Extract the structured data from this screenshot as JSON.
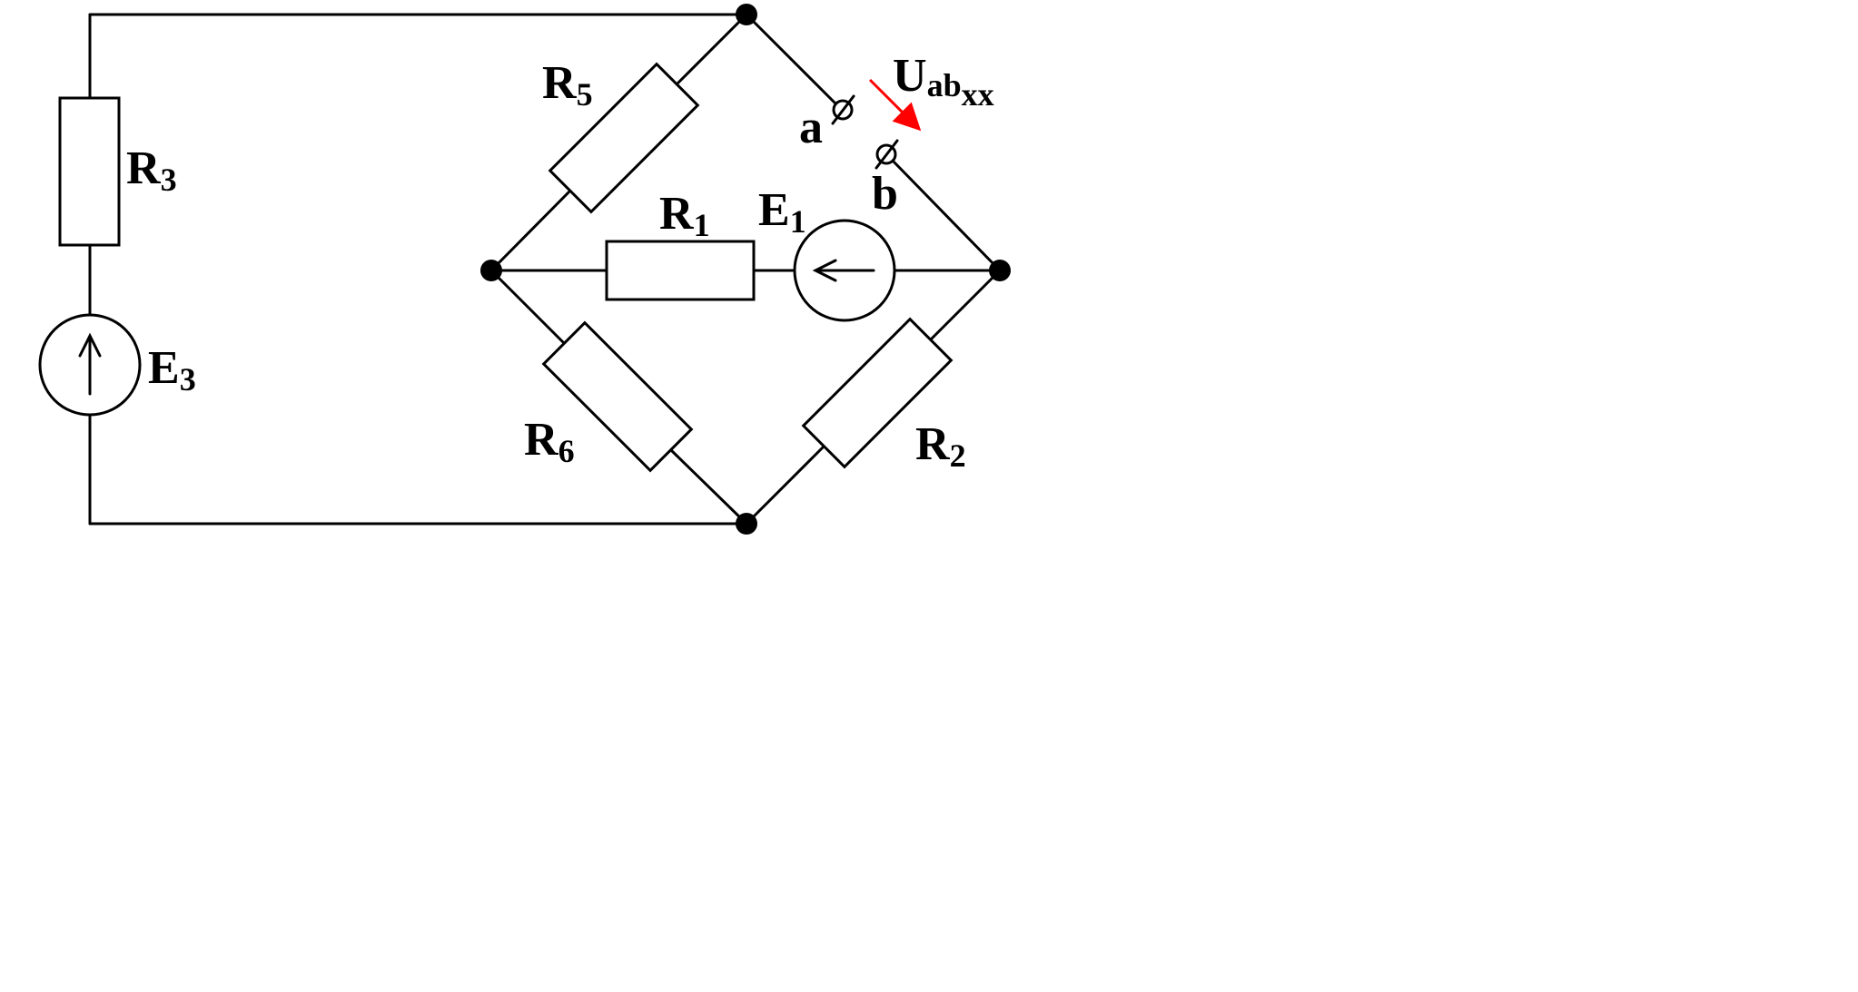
{
  "diagram": {
    "resistors": {
      "r1": {
        "letter": "R",
        "index": "1"
      },
      "r2": {
        "letter": "R",
        "index": "2"
      },
      "r3": {
        "letter": "R",
        "index": "3"
      },
      "r5": {
        "letter": "R",
        "index": "5"
      },
      "r6": {
        "letter": "R",
        "index": "6"
      }
    },
    "sources": {
      "e1": {
        "letter": "E",
        "index": "1"
      },
      "e3": {
        "letter": "E",
        "index": "3"
      }
    },
    "terminals": {
      "a": "a",
      "b": "b"
    },
    "voltage": {
      "letter": "U",
      "sub1": "ab",
      "sub2": "xx"
    },
    "colors": {
      "wire": "#000000",
      "voltage_arrow": "#ff0000",
      "background": "#ffffff"
    }
  }
}
